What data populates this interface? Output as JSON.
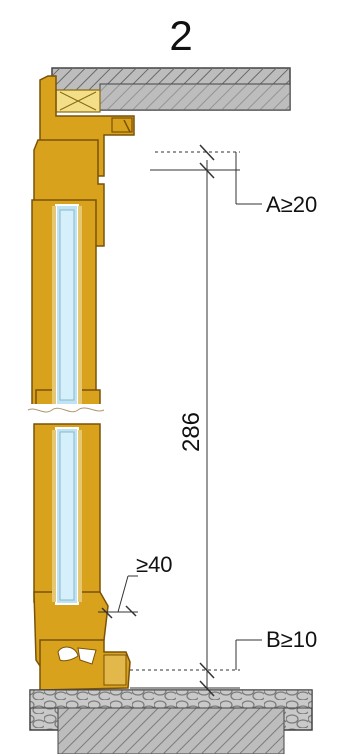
{
  "figure_number": "2",
  "labels": {
    "gap_top": "A≥20",
    "gap_bottom": "B≥10",
    "height": "286",
    "overlap": "≥40"
  },
  "colors": {
    "wood": "#d9a21c",
    "wood_dark": "#a8720a",
    "wall": "#9a9a9a",
    "hatch": "#555555",
    "glass": "#bfe3f2",
    "glass_edge": "#ffffff",
    "insulation": "#f3df8a",
    "line": "#333333"
  }
}
